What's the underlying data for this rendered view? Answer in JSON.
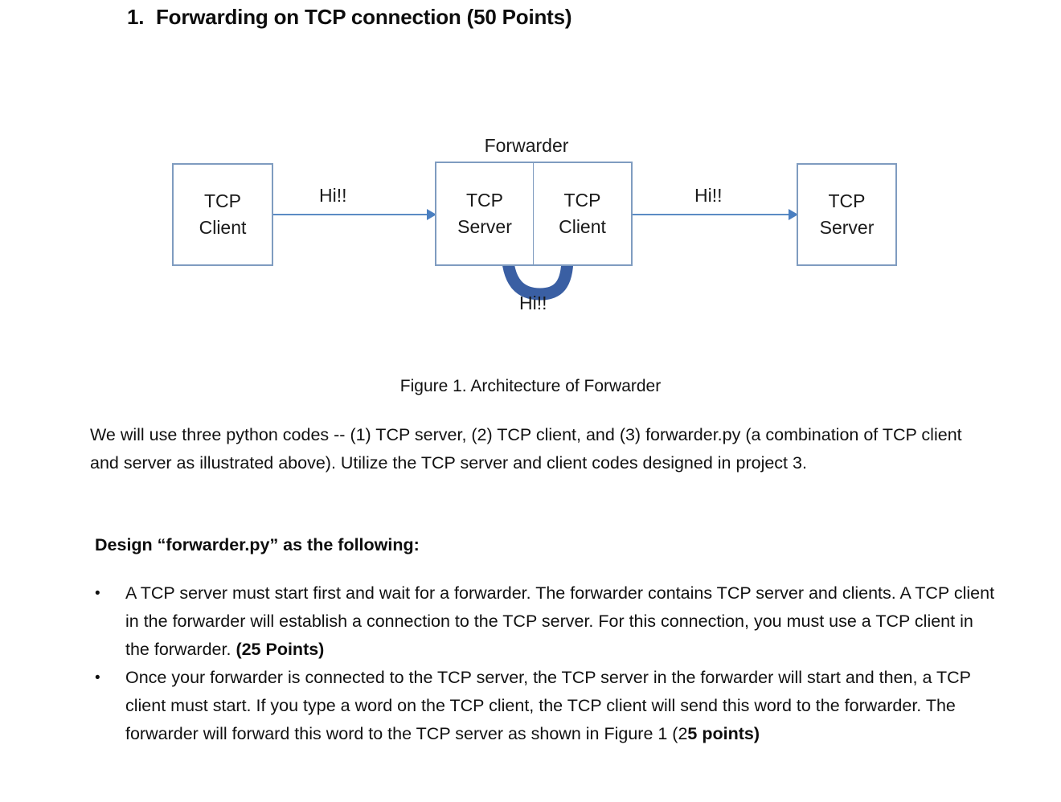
{
  "heading": {
    "number": "1.",
    "text": "Forwarding on TCP connection (50 Points)"
  },
  "figure": {
    "group_label": "Forwarder",
    "caption": "Figure 1. Architecture of Forwarder",
    "nodes": [
      {
        "id": "client-left",
        "line1": "TCP",
        "line2": "Client"
      },
      {
        "id": "fwd-server",
        "line1": "TCP",
        "line2": "Server"
      },
      {
        "id": "fwd-client",
        "line1": "TCP",
        "line2": "Client"
      },
      {
        "id": "server-right",
        "line1": "TCP",
        "line2": "Server"
      }
    ],
    "messages": {
      "left": "Hi!!",
      "right": "Hi!!",
      "loop": "Hi!!"
    },
    "colors": {
      "box_border": "#7f9cc0",
      "straight_arrow": "#5b8bc4",
      "loop_arrow": "#3a5fa3",
      "text": "#1a1a1a",
      "background": "#ffffff"
    }
  },
  "body": {
    "paragraph_part1": "We will use three python codes -- (1) TCP server, (2) TCP client, and (3) forwarder.py (a combination of TCP client and server as illustrated above). Utilize the TCP server and client codes designed in project 3.",
    "design_heading": "Design “forwarder.py” as the following:"
  },
  "bullets": [
    {
      "marker": "•",
      "text_regular_1": "A TCP server must start first and wait for a forwarder. The forwarder contains TCP server and clients. A TCP client in the forwarder will establish a connection to the TCP server. For this connection, you must use a TCP client in the forwarder. ",
      "text_bold_1": "(25 Points)"
    },
    {
      "marker": "•",
      "text_regular_1": "Once your forwarder is connected to the TCP server, the TCP server in the forwarder will start and then, a TCP client must start. If you type a word on the TCP client, the TCP client will send this word to the forwarder. The forwarder will forward this word to the TCP server as shown in Figure 1 (2",
      "text_bold_1": "5 points)"
    }
  ]
}
